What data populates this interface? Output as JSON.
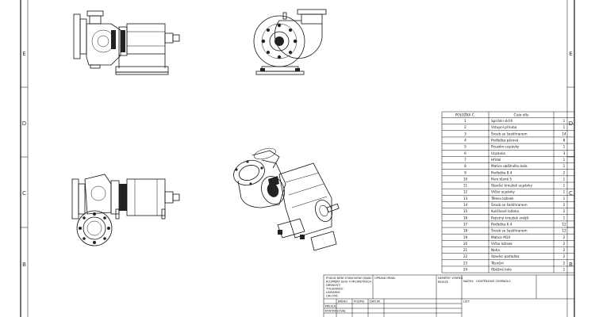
{
  "zones": {
    "left": [
      "E",
      "D",
      "C",
      "B"
    ],
    "right": [
      "E",
      "D",
      "C",
      "B"
    ]
  },
  "bom": {
    "headers": [
      "POLOŽKA Č.",
      "Číslo dílu",
      ""
    ],
    "rows": [
      {
        "no": "1",
        "name": "Spirální skříň",
        "qty": "1"
      },
      {
        "no": "2",
        "name": "Vstupní příruba",
        "qty": "1"
      },
      {
        "no": "3",
        "name": "Šroub se šestihranem",
        "qty": "14"
      },
      {
        "no": "4",
        "name": "Podložka pérová",
        "qty": "8"
      },
      {
        "no": "5",
        "name": "Pouzdro ucpávky",
        "qty": "1"
      },
      {
        "no": "6",
        "name": "Ucpávka",
        "qty": "3"
      },
      {
        "no": "7",
        "name": "Hřídel",
        "qty": "1"
      },
      {
        "no": "8",
        "name": "Matice oběžného kola",
        "qty": "1"
      },
      {
        "no": "9",
        "name": "Podložka 8.4",
        "qty": "2"
      },
      {
        "no": "10",
        "name": "Pero těsné 5",
        "qty": "1"
      },
      {
        "no": "11",
        "name": "Stavěcí kroužek ucpávky",
        "qty": "1"
      },
      {
        "no": "12",
        "name": "Víčko ucpávky",
        "qty": "1"
      },
      {
        "no": "13",
        "name": "Těleso ložisek",
        "qty": "1"
      },
      {
        "no": "14",
        "name": "Šroub se šestihranem",
        "qty": "2"
      },
      {
        "no": "15",
        "name": "Kuličkové ložisko",
        "qty": "2"
      },
      {
        "no": "16",
        "name": "Pojistný kroužek vnější",
        "qty": "1"
      },
      {
        "no": "17",
        "name": "Podložka 6.4",
        "qty": "12"
      },
      {
        "no": "18",
        "name": "Šroub se šestihranem",
        "qty": "12"
      },
      {
        "no": "19",
        "name": "Matice M10",
        "qty": "2"
      },
      {
        "no": "20",
        "name": "Víčko ložisek",
        "qty": "2"
      },
      {
        "no": "21",
        "name": "Noha",
        "qty": "2"
      },
      {
        "no": "22",
        "name": "Stavěcí podložka",
        "qty": "2"
      },
      {
        "no": "23",
        "name": "Těsnění",
        "qty": "2"
      },
      {
        "no": "24",
        "name": "Oběžné kolo",
        "qty": "1"
      }
    ]
  },
  "title_block": {
    "notes": [
      "POKUD NENÍ STANOVENO JINAK:",
      "ROZMĚRY JSOU V MILIMETRECH",
      "DRSNOST:",
      "TOLERANCE:",
      "LINEÁRNÍ:",
      "ÚHLOVÉ:"
    ],
    "finish_label": "OPRAVA HRAN:",
    "revision_label": "NEMĚŘIT VÝKRES",
    "revision_label2": "REVIZE",
    "title_label": "NÁZEV:",
    "drawing_title": "ODSTŘEDIVÉ ČERPADLO",
    "row_labels": [
      "KRESLIL",
      "KONTROLOVAL"
    ],
    "col_labels": [
      "JMÉNO",
      "PODPIS",
      "DATUM"
    ],
    "sheet_label": "LIST:"
  }
}
